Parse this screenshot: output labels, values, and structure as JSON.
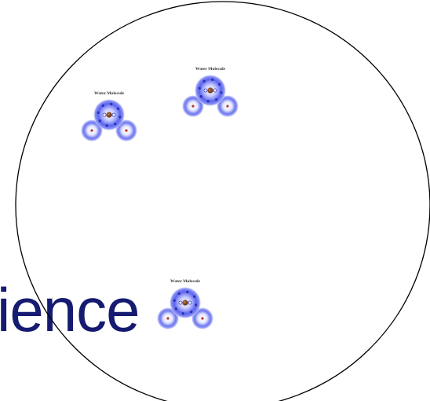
{
  "background_word": "ience",
  "colors": {
    "text_dark": "#151b70",
    "electron_cloud": "#5a64ee",
    "electron_dot": "#2b33b8",
    "oxygen_nucleus": "#6b3a1e",
    "hydrogen_nucleus": "#b8322a",
    "outline": "#000000"
  },
  "molecules": [
    {
      "title": "Water Molecule"
    },
    {
      "title": "Water Molecule"
    },
    {
      "title": "Water Molecule"
    }
  ]
}
